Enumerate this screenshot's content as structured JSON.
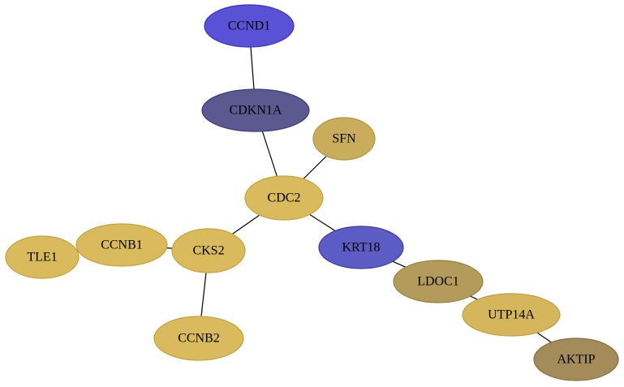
{
  "network": {
    "nodes": [
      {
        "id": "CCND1",
        "label": "CCND1",
        "fill": "#5a52d6",
        "stroke": "#3b34b8"
      },
      {
        "id": "CDKN1A",
        "label": "CDKN1A",
        "fill": "#5c5890",
        "stroke": "#3f3b74"
      },
      {
        "id": "SFN",
        "label": "SFN",
        "fill": "#c9ad5c",
        "stroke": "#b3963f"
      },
      {
        "id": "CDC2",
        "label": "CDC2",
        "fill": "#d9ba5c",
        "stroke": "#c4a23e"
      },
      {
        "id": "CKS2",
        "label": "CKS2",
        "fill": "#d9ba5c",
        "stroke": "#c4a23e"
      },
      {
        "id": "CCNB1",
        "label": "CCNB1",
        "fill": "#d9ba5c",
        "stroke": "#c4a23e"
      },
      {
        "id": "TLE1",
        "label": "TLE1",
        "fill": "#d9ba5c",
        "stroke": "#c4a23e"
      },
      {
        "id": "CCNB2",
        "label": "CCNB2",
        "fill": "#d9ba5c",
        "stroke": "#c4a23e"
      },
      {
        "id": "KRT18",
        "label": "KRT18",
        "fill": "#5d5bc4",
        "stroke": "#3d3ba8"
      },
      {
        "id": "LDOC1",
        "label": "LDOC1",
        "fill": "#b39b5c",
        "stroke": "#97803f"
      },
      {
        "id": "UTP14A",
        "label": "UTP14A",
        "fill": "#d5b65c",
        "stroke": "#bf9e3e"
      },
      {
        "id": "AKTIP",
        "label": "AKTIP",
        "fill": "#a48b5a",
        "stroke": "#88703e"
      }
    ],
    "edges": [
      {
        "from": "CCND1",
        "to": "CDKN1A"
      },
      {
        "from": "CDKN1A",
        "to": "CDC2"
      },
      {
        "from": "SFN",
        "to": "CDC2"
      },
      {
        "from": "CDC2",
        "to": "CKS2"
      },
      {
        "from": "CDC2",
        "to": "KRT18"
      },
      {
        "from": "CKS2",
        "to": "CCNB1"
      },
      {
        "from": "CCNB1",
        "to": "TLE1"
      },
      {
        "from": "CKS2",
        "to": "CCNB2"
      },
      {
        "from": "KRT18",
        "to": "LDOC1"
      },
      {
        "from": "LDOC1",
        "to": "UTP14A"
      },
      {
        "from": "UTP14A",
        "to": "AKTIP"
      }
    ]
  }
}
